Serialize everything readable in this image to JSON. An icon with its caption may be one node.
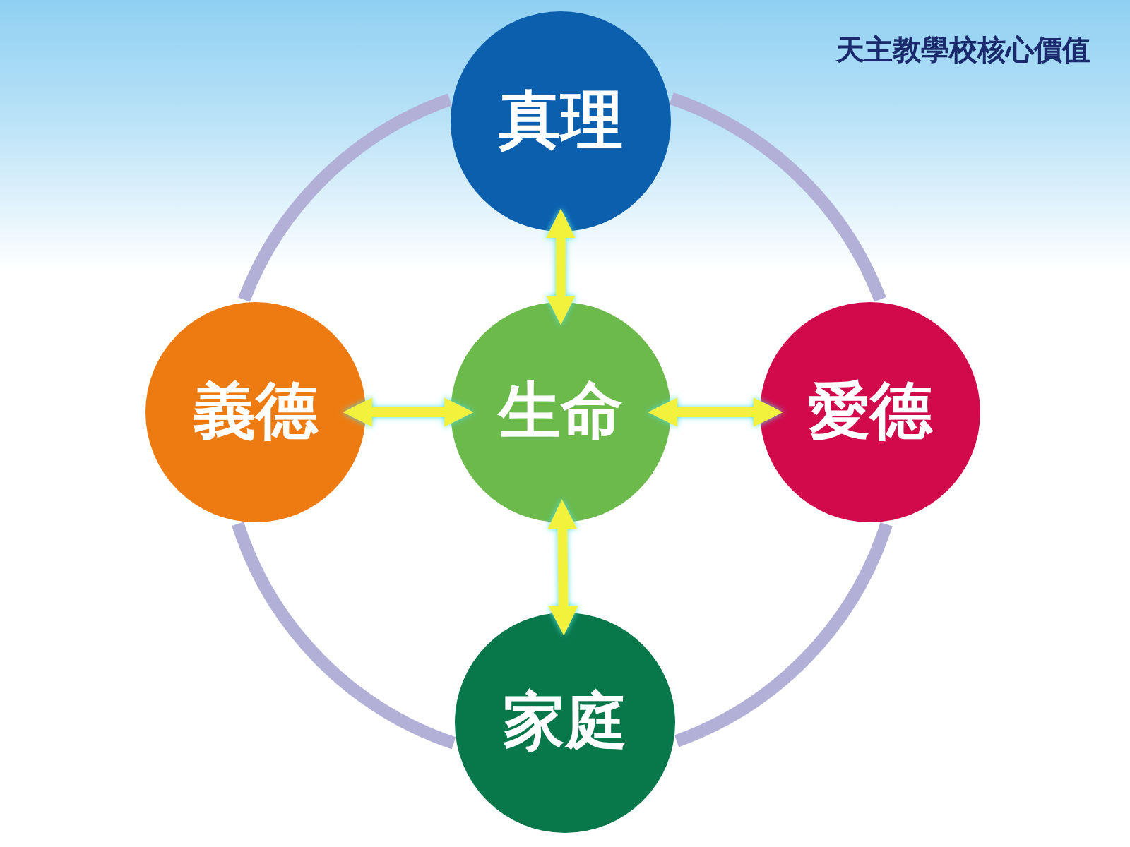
{
  "diagram": {
    "title": "天主教學校核心價值",
    "nodes": [
      {
        "text": [
          "真理"
        ]
      },
      {
        "text": [
          "義德"
        ]
      },
      {
        "text": [
          "生命"
        ]
      },
      {
        "text": [
          "愛德"
        ]
      },
      {
        "text": [
          "家庭"
        ]
      }
    ],
    "edges": [
      {
        "from": 0,
        "to": 3,
        "arrow": "none",
        "color": "#b3b0d8"
      },
      {
        "from": 3,
        "to": 4,
        "arrow": "none",
        "color": "#b3b0d8"
      },
      {
        "from": 4,
        "to": 1,
        "arrow": "none",
        "color": "#b3b0d8"
      },
      {
        "from": 1,
        "to": 0,
        "arrow": "none",
        "color": "#b3b0d8"
      },
      {
        "from": 2,
        "to": 0,
        "arrow": "both",
        "color": "#f2f23c"
      },
      {
        "from": 2,
        "to": 1,
        "arrow": "both",
        "color": "#f2f23c"
      },
      {
        "from": 2,
        "to": 3,
        "arrow": "both",
        "color": "#f2f23c"
      },
      {
        "from": 2,
        "to": 4,
        "arrow": "both",
        "color": "#f2f23c"
      }
    ]
  }
}
